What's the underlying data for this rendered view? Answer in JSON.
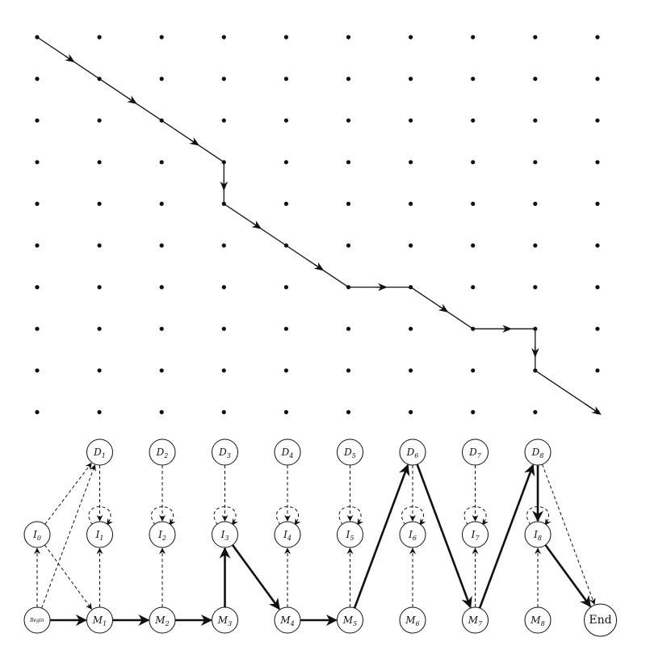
{
  "grid": {
    "columns": 10,
    "rows": 10,
    "path": [
      [
        0,
        0
      ],
      [
        1,
        1
      ],
      [
        2,
        2
      ],
      [
        3,
        3
      ],
      [
        3,
        4
      ],
      [
        4,
        5
      ],
      [
        5,
        6
      ],
      [
        6,
        6
      ],
      [
        7,
        7
      ],
      [
        8,
        7
      ],
      [
        8,
        8
      ],
      [
        9,
        9
      ]
    ]
  },
  "nodes": {
    "delete": [
      {
        "id": "D1",
        "letter": "D",
        "sub": "1"
      },
      {
        "id": "D2",
        "letter": "D",
        "sub": "2"
      },
      {
        "id": "D3",
        "letter": "D",
        "sub": "3"
      },
      {
        "id": "D4",
        "letter": "D",
        "sub": "4"
      },
      {
        "id": "D5",
        "letter": "D",
        "sub": "5"
      },
      {
        "id": "D6",
        "letter": "D",
        "sub": "6"
      },
      {
        "id": "D7",
        "letter": "D",
        "sub": "7"
      },
      {
        "id": "D8",
        "letter": "D",
        "sub": "8"
      }
    ],
    "insert": [
      {
        "id": "I0",
        "letter": "I",
        "sub": "0"
      },
      {
        "id": "I1",
        "letter": "I",
        "sub": "1"
      },
      {
        "id": "I2",
        "letter": "I",
        "sub": "2"
      },
      {
        "id": "I3",
        "letter": "I",
        "sub": "3"
      },
      {
        "id": "I4",
        "letter": "I",
        "sub": "4"
      },
      {
        "id": "I5",
        "letter": "I",
        "sub": "5"
      },
      {
        "id": "I6",
        "letter": "I",
        "sub": "6"
      },
      {
        "id": "I7",
        "letter": "I",
        "sub": "7"
      },
      {
        "id": "I8",
        "letter": "I",
        "sub": "8"
      }
    ],
    "match": [
      {
        "id": "Begin",
        "text": "Begin"
      },
      {
        "id": "M1",
        "letter": "M",
        "sub": "1"
      },
      {
        "id": "M2",
        "letter": "M",
        "sub": "2"
      },
      {
        "id": "M3",
        "letter": "M",
        "sub": "3"
      },
      {
        "id": "M4",
        "letter": "M",
        "sub": "4"
      },
      {
        "id": "M5",
        "letter": "M",
        "sub": "5"
      },
      {
        "id": "M6",
        "letter": "M",
        "sub": "6"
      },
      {
        "id": "M7",
        "letter": "M",
        "sub": "7"
      },
      {
        "id": "M8",
        "letter": "M",
        "sub": "8"
      },
      {
        "id": "End",
        "text": "End"
      }
    ]
  },
  "edges": {
    "dashed": [
      [
        "Begin",
        "I0"
      ],
      [
        "Begin",
        "D1"
      ],
      [
        "I0",
        "D1"
      ],
      [
        "I0",
        "M1"
      ],
      [
        "D1",
        "I1"
      ],
      [
        "M1",
        "I1"
      ],
      [
        "D2",
        "I2"
      ],
      [
        "M2",
        "I2"
      ],
      [
        "M3",
        "I3"
      ],
      [
        "D3",
        "I3"
      ],
      [
        "D4",
        "I4"
      ],
      [
        "M4",
        "I4"
      ],
      [
        "D5",
        "I5"
      ],
      [
        "M5",
        "I5"
      ],
      [
        "D6",
        "I6"
      ],
      [
        "M6",
        "I6"
      ],
      [
        "D7",
        "I7"
      ],
      [
        "M7",
        "I7"
      ],
      [
        "M8",
        "I8"
      ],
      [
        "D8",
        "End"
      ]
    ],
    "self_loops": [
      "I1",
      "I2",
      "I3",
      "I4",
      "I5",
      "I6",
      "I7",
      "I8"
    ],
    "bold": [
      [
        "Begin",
        "M1"
      ],
      [
        "M1",
        "M2"
      ],
      [
        "M2",
        "M3"
      ],
      [
        "M3",
        "I3"
      ],
      [
        "I3",
        "M4"
      ],
      [
        "M4",
        "M5"
      ],
      [
        "M5",
        "D6"
      ],
      [
        "D6",
        "M7"
      ],
      [
        "M7",
        "D8"
      ],
      [
        "D8",
        "I8"
      ],
      [
        "I8",
        "End"
      ]
    ]
  }
}
